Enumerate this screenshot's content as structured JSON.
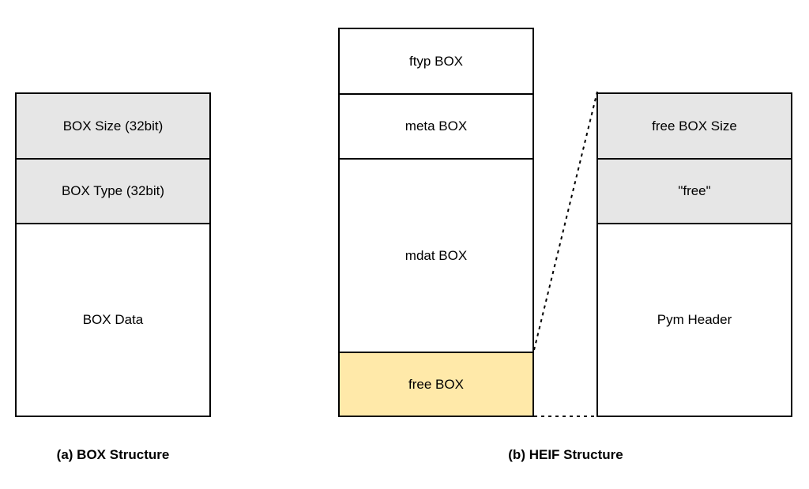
{
  "box_structure": {
    "cells": [
      "BOX Size (32bit)",
      "BOX Type (32bit)",
      "BOX Data"
    ],
    "caption": "(a) BOX Structure"
  },
  "heif_structure": {
    "cells": [
      "ftyp BOX",
      "meta BOX",
      "mdat BOX",
      "free BOX"
    ],
    "caption": "(b) HEIF Structure"
  },
  "free_box_detail": {
    "cells": [
      "free BOX Size",
      "\"free\"",
      "Pym Header"
    ]
  },
  "colors": {
    "header_fill": "#e6e6e6",
    "highlight_fill": "#ffe9a9",
    "stroke": "#000000"
  }
}
